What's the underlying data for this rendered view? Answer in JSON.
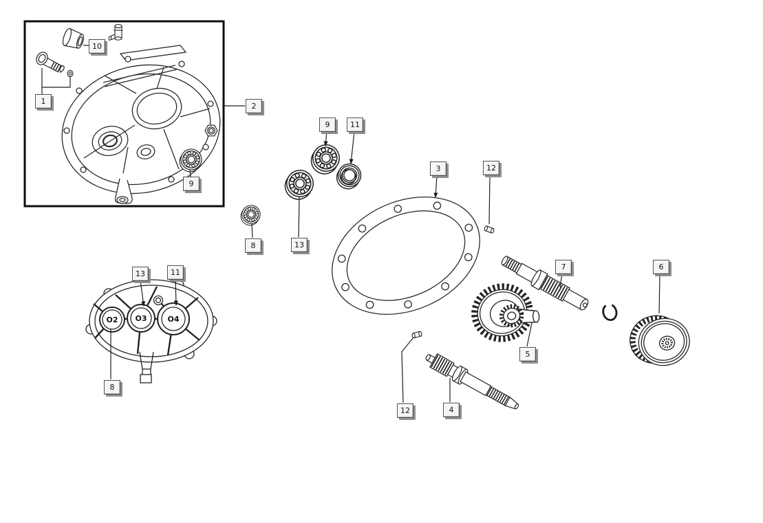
{
  "diagram": {
    "figure_type": "exploded-parts-diagram",
    "subject": "gearbox transmission case, bearings, gasket, shafts and gears",
    "colors": {
      "background": "#ffffff",
      "line": "#222222",
      "label_bg": "#f5f5f5",
      "label_border": "#4d4d4d",
      "label_shadow": "#8f8f8f",
      "label_text": "#111111"
    },
    "callouts": [
      {
        "num": "1",
        "part": "flange-bolt-with-washer"
      },
      {
        "num": "10",
        "part": "bushing-spacer"
      },
      {
        "num": "2",
        "part": "gearbox-cover-assembly"
      },
      {
        "num": "9",
        "part": "ball-bearing-in-cover"
      },
      {
        "num": "9",
        "part": "ball-bearing"
      },
      {
        "num": "11",
        "part": "oil-seal-ring"
      },
      {
        "num": "8",
        "part": "small-ball-bearing"
      },
      {
        "num": "13",
        "part": "ball-bearing-large"
      },
      {
        "num": "3",
        "part": "cover-gasket"
      },
      {
        "num": "12",
        "part": "dowel-pin-upper"
      },
      {
        "num": "13",
        "part": "bearing-seat-O3"
      },
      {
        "num": "11",
        "part": "seal-seat-O4"
      },
      {
        "num": "8",
        "part": "bearing-seat-O2"
      },
      {
        "num": "7",
        "part": "output-shaft"
      },
      {
        "num": "5",
        "part": "intermediate-gear-cluster"
      },
      {
        "num": "4",
        "part": "input-shaft"
      },
      {
        "num": "12",
        "part": "dowel-pin-lower"
      },
      {
        "num": "6",
        "part": "driven-gear-wheel"
      }
    ],
    "bore_labels": {
      "b2": "O2",
      "b3": "O3",
      "b4": "O4"
    }
  }
}
